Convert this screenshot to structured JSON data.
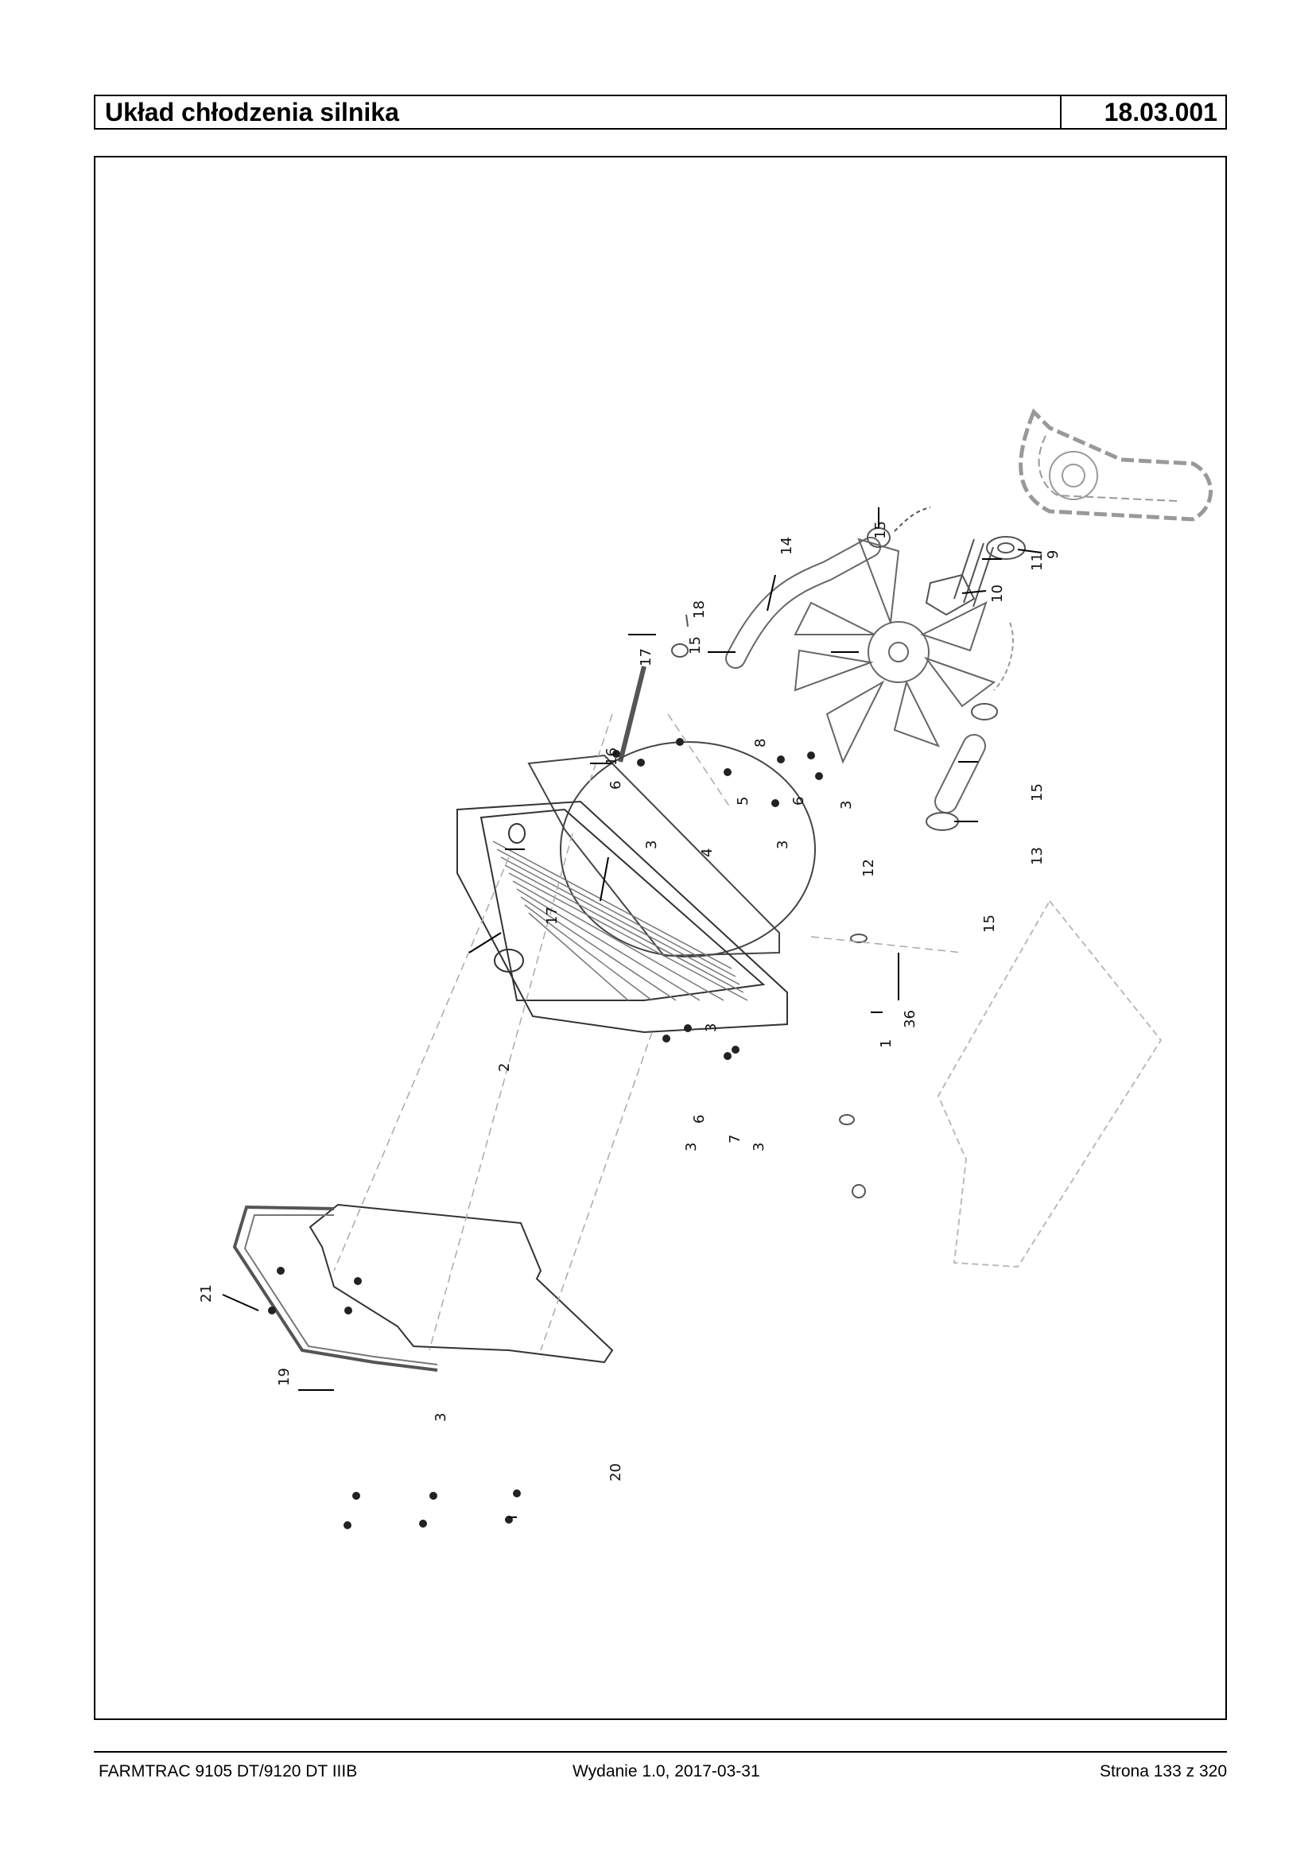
{
  "header": {
    "title": "Układ chłodzenia silnika",
    "code": "18.03.001"
  },
  "diagram": {
    "callouts": [
      "1",
      "2",
      "3",
      "3",
      "3",
      "3",
      "3",
      "3",
      "3",
      "4",
      "5",
      "6",
      "6",
      "6",
      "7",
      "8",
      "9",
      "10",
      "11",
      "12",
      "13",
      "14",
      "15",
      "15",
      "15",
      "15",
      "16",
      "17",
      "17",
      "18",
      "19",
      "20",
      "21",
      "36"
    ]
  },
  "footer": {
    "model": "FARMTRAC 9105 DT/9120 DT IIIB",
    "edition": "Wydanie 1.0,  2017-03-31",
    "page": "Strona 133 z 320"
  }
}
